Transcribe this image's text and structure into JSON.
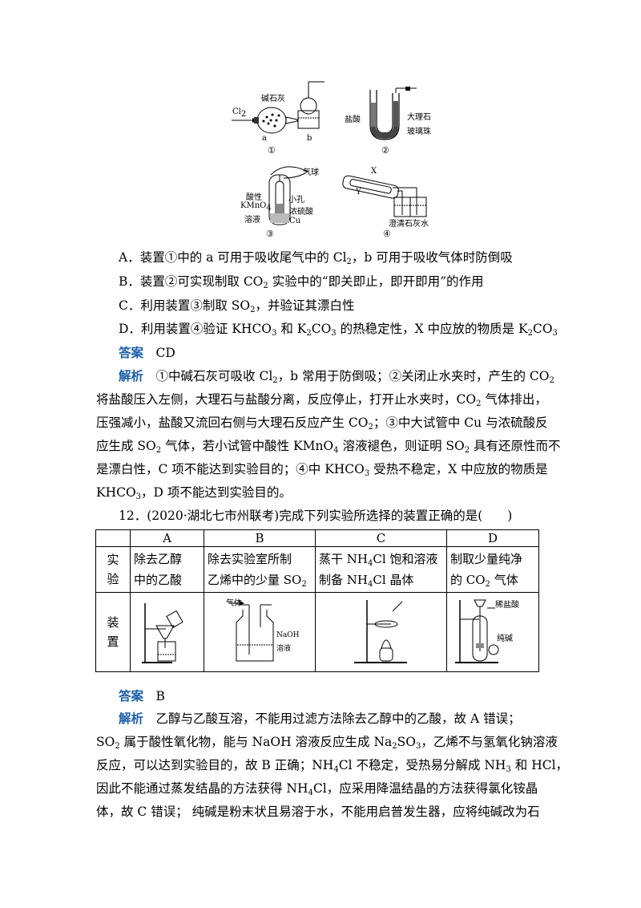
{
  "figures": {
    "fig1": {
      "cl2": "Cl",
      "cl2_sub": "2",
      "soda_lime": "碱石灰",
      "label_a": "a",
      "label_b": "b",
      "num": "①"
    },
    "fig2": {
      "hcl": "盐酸",
      "marble": "大理石",
      "beads": "玻璃珠",
      "num": "②"
    },
    "fig3": {
      "balloon": "气球",
      "hole": "小孔",
      "acid1": "酸性",
      "kmno4": "KMnO",
      "kmno4_sub": "4",
      "solution": "溶液",
      "h2so4": "浓硫酸",
      "cu": "Cu",
      "num": "③"
    },
    "fig4": {
      "x": "X",
      "y": "Y",
      "limewater": "澄清石灰水",
      "num": "④"
    }
  },
  "q11": {
    "options": {
      "A": "A．装置①中的 a 可用于吸收尾气中的 Cl",
      "A_sub": "2",
      "A_tail": "，b 可用于吸收气体时防倒吸",
      "B1": "B．装置②可实现制取 CO",
      "B_sub": "2",
      "B2": " 实验中的“即关即止，即开即用”的作用",
      "C1": "C．利用装置③制取 SO",
      "C_sub": "2",
      "C2": "，并验证其漂白性",
      "D1": "D．利用装置④验证 KHCO",
      "D_sub1": "3",
      "D2": " 和 K",
      "D_sub2": "2",
      "D3": "CO",
      "D_sub3": "3",
      "D4": " 的热稳定性，X 中应放的物质是 K",
      "D_sub4": "2",
      "D5": "CO",
      "D_sub5": "3"
    },
    "answer_label": "答案",
    "answer": "CD",
    "analysis_label": "解析",
    "analysis": {
      "l1a": "①中碱石灰可吸收 Cl",
      "l1b": "，b 常用于防倒吸；②关闭止水夹时，产生的 CO",
      "l2": "将盐酸压入左侧，大理石与盐酸分离，反应停止，打开止水夹时，CO",
      "l2b": " 气体排出，",
      "l3": "压强减小，盐酸又流回右侧与大理石反应产生 CO",
      "l3b": "；③中大试管中 Cu 与浓硫酸反",
      "l4a": "应生成 SO",
      "l4b": " 气体，若小试管中酸性 KMnO",
      "l4c": " 溶液褪色，则证明 SO",
      "l4d": " 具有还原性而不",
      "l5a": "是漂白性，C 项不能达到实验目的；④中 KHCO",
      "l5b": " 受热不稳定，X 中应放的物质是",
      "l6a": "KHCO",
      "l6b": "，D 项不能达到实验目的。"
    }
  },
  "q12": {
    "stem": "12．(2020·湖北七市州联考)完成下列实验所选择的装置正确的是(　　)",
    "headers": [
      "A",
      "B",
      "C",
      "D"
    ],
    "row1_label": "实验",
    "row1": {
      "A": "除去乙醇中的乙酸",
      "B1": "除去实验室所制",
      "B2": "乙烯中的少量 SO",
      "B_sub": "2",
      "C1": "蒸干 NH",
      "C_sub1": "4",
      "C2": "Cl 饱和溶液",
      "C3": "制备 NH",
      "C_sub2": "4",
      "C4": "Cl 晶体",
      "D1": "制取少量纯净",
      "D2": "的 CO",
      "D_sub": "2",
      "D3": " 气体"
    },
    "row2_label": "装置",
    "fig_labels": {
      "gas": "气体",
      "naoh": "NaOH",
      "naoh2": "溶液",
      "dilute_hcl": "稀盐酸",
      "soda": "纯碱"
    },
    "answer_label": "答案",
    "answer": "B",
    "analysis_label": "解析",
    "analysis": {
      "l1": "乙醇与乙酸互溶，不能用过滤方法除去乙醇中的乙酸，故 A 错误；",
      "l2a": "SO",
      "l2b": " 属于酸性氧化物，能与 NaOH 溶液反应生成 Na",
      "l2c": "SO",
      "l2d": "，乙烯不与氢氧化钠溶液",
      "l3": "反应，可以达到实验目的，故 B 正确；NH",
      "l3b": "Cl 不稳定，受热易分解成 NH",
      "l3c": " 和 HCl，",
      "l4": "因此不能通过蒸发结晶的方法获得 NH",
      "l4b": "Cl，应采用降温结晶的方法获得氯化铵晶",
      "l5": "体，故 C 错误；  纯碱是粉末状且易溶于水，不能用启普发生器，应将纯碱改为石"
    }
  }
}
